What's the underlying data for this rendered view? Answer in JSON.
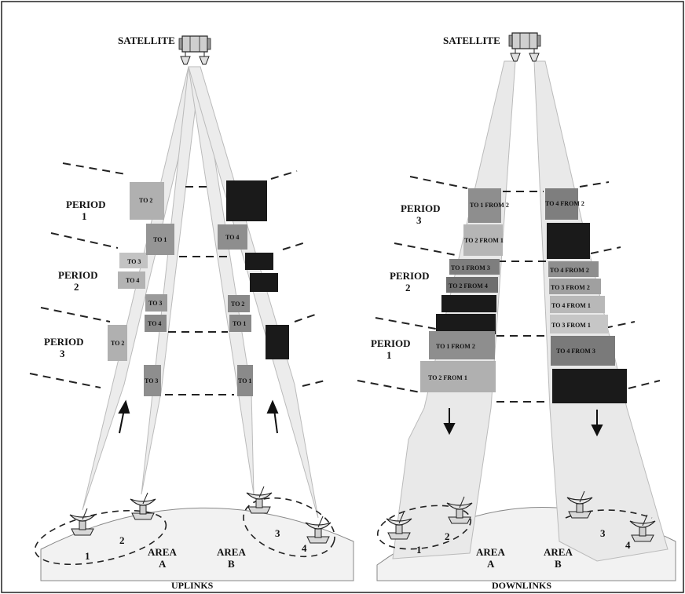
{
  "colors": {
    "border": "#222222",
    "beam": "#ececec",
    "box_light": "#b9b9b9",
    "box_mid": "#8e8e8e",
    "box_dark": "#1a1a1a",
    "text": "#111111"
  },
  "left_panel": {
    "satellite_label": "SATELLITE",
    "caption": "UPLINKS",
    "periods": [
      {
        "label": "PERIOD",
        "number": "1"
      },
      {
        "label": "PERIOD",
        "number": "2"
      },
      {
        "label": "PERIOD",
        "number": "3"
      }
    ],
    "beam1_boxes": [
      "TO 2",
      "TO 3",
      "TO 4",
      "TO 2"
    ],
    "beam2_boxes": [
      "TO 1",
      "TO 3",
      "TO 4",
      "TO 3"
    ],
    "beam3_boxes": [
      "TO 4",
      "TO 2",
      "TO 1",
      "TO 1"
    ],
    "stations": [
      "1",
      "2",
      "3",
      "4"
    ],
    "areas": [
      {
        "label": "AREA",
        "letter": "A"
      },
      {
        "label": "AREA",
        "letter": "B"
      }
    ]
  },
  "right_panel": {
    "satellite_label": "SATELLITE",
    "caption": "DOWNLINKS",
    "periods": [
      {
        "label": "PERIOD",
        "number": "3"
      },
      {
        "label": "PERIOD",
        "number": "2"
      },
      {
        "label": "PERIOD",
        "number": "1"
      }
    ],
    "beamA_boxes": [
      "TO 1 FROM 2",
      "TO 2 FROM 1",
      "TO 1 FROM 3",
      "TO 2 FROM 4",
      "TO 1 FROM 2",
      "TO 2 FROM 1"
    ],
    "beamB_boxes": [
      "TO 4 FROM 2",
      "TO 4 FROM 2",
      "TO 3 FROM 2",
      "TO 4 FROM 1",
      "TO 3 FROM 1",
      "TO 4 FROM 3"
    ],
    "stations": [
      "1",
      "2",
      "3",
      "4"
    ],
    "areas": [
      {
        "label": "AREA",
        "letter": "A"
      },
      {
        "label": "AREA",
        "letter": "B"
      }
    ]
  }
}
